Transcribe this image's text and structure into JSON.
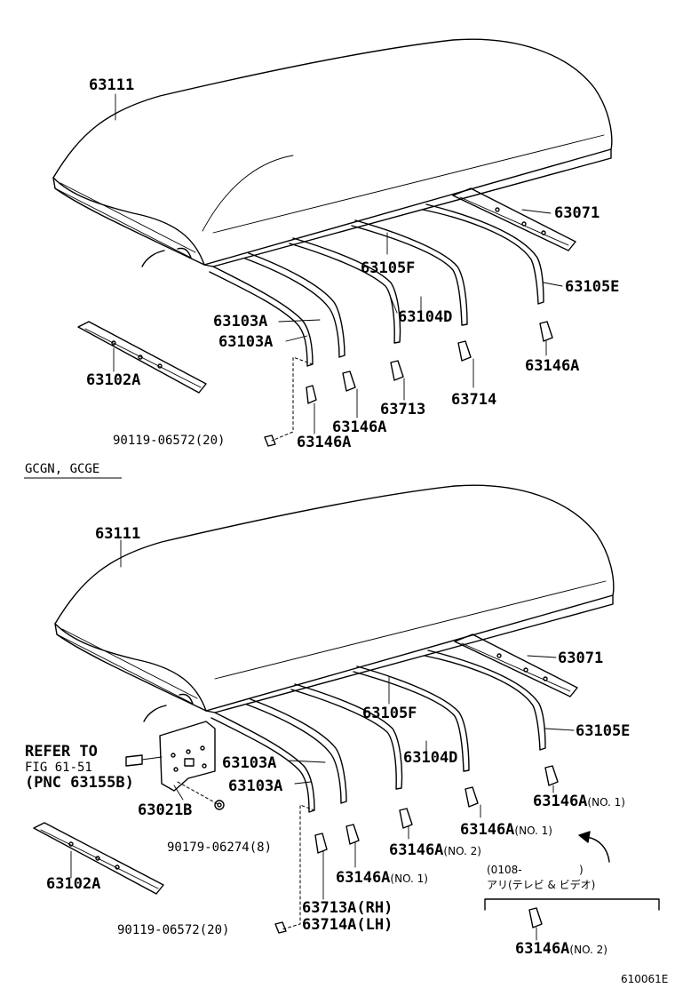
{
  "top": {
    "roof": "63111",
    "rail_rear": "63071",
    "bow_f": "63105F",
    "bow_e": "63105E",
    "bow_d": "63104D",
    "bow_a1": "63103A",
    "bow_a2": "63103A",
    "rail_side": "63102A",
    "clip_1": "63146A",
    "clip_2": "63713",
    "clip_3": "63714",
    "clip_4": "63146A",
    "clip_5": "63146A",
    "screw": "90119-06572(20)"
  },
  "section_label": "GCGN, GCGE",
  "bottom": {
    "roof": "63111",
    "rail_rear": "63071",
    "bow_f": "63105F",
    "bow_e": "63105E",
    "bow_d": "63104D",
    "bow_a1": "63103A",
    "bow_a2": "63103A",
    "bracket": "63021B",
    "refer_1": "REFER TO",
    "refer_2": "FIG 61-51",
    "refer_3": "(PNC 63155B)",
    "nut": "90179-06274(8)",
    "rail_side": "63102A",
    "clip_no1_a_main": "63146A",
    "clip_no1_a_note": "(NO. 1)",
    "clip_no1_b_main": "63146A",
    "clip_no1_b_note": "(NO. 1)",
    "clip_no2_a_main": "63146A",
    "clip_no2_a_note": "(NO. 2)",
    "clip_no1_c_main": "63146A",
    "clip_no1_c_note": "(NO. 1)",
    "clip_rh": "63713A(RH)",
    "clip_lh": "63714A(LH)",
    "screw": "90119-06572(20)",
    "note_date": "(0108-",
    "note_close": ")",
    "note_jp": "アリ(テレビ & ビデオ)",
    "clip_no2_b_main": "63146A",
    "clip_no2_b_note": "(NO. 2)"
  },
  "figure_code": "610061E"
}
